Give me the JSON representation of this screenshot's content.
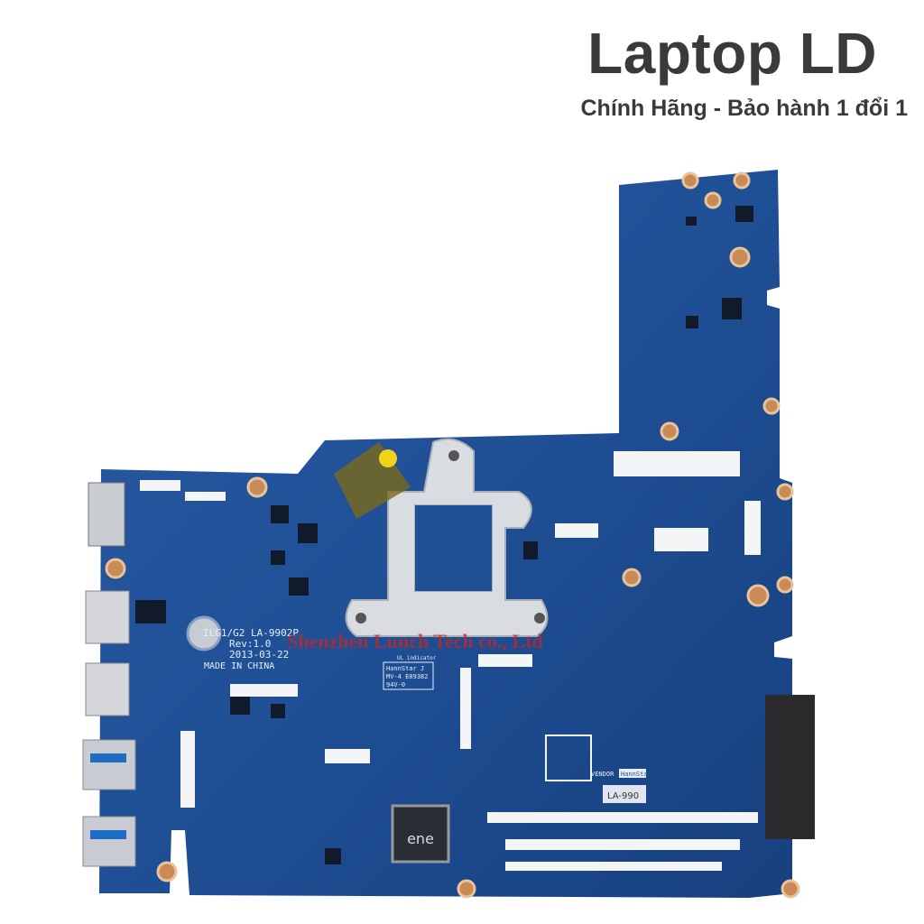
{
  "header": {
    "brand": "Laptop LD",
    "tagline": "Chính Hãng - Bảo hành 1 đổi 1"
  },
  "board": {
    "model_line": "ILG1/G2 LA-9902P",
    "revision": "Rev:1.0",
    "date": "2013-03-22",
    "origin": "MADE IN CHINA",
    "ul_label": "UL indicator",
    "ul_lines": [
      "HannStar J",
      "MV-4  E89382",
      "94V-0"
    ],
    "vendor_label": "VENDOR",
    "vendor_value": "HannStar",
    "sticker": "LA-990",
    "watermark": "Shenzhen Lunch Tech co., Ltd",
    "chip_logo": "ene",
    "board_color": "#1f4f95",
    "heatsink_color": "#d9dde2"
  }
}
